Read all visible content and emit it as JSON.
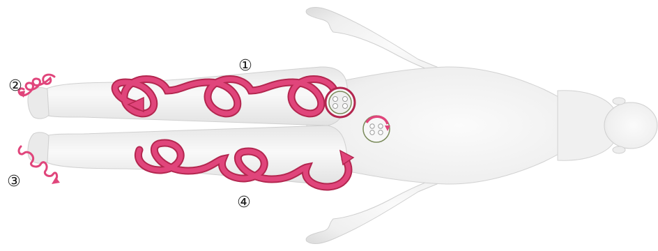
{
  "figure": {
    "subject": "mannequin-body-supine-top-view",
    "colors": {
      "spiral": "#e0457b",
      "spiral_dark": "#b3264f",
      "spiral_light": "#f7b7cb",
      "device_ring": "#7a8a5a",
      "body_fill": "#f4f4f4",
      "body_shadow": "#d9d9d9"
    }
  },
  "markers": [
    {
      "id": "1",
      "label": "①"
    },
    {
      "id": "2",
      "label": "②"
    },
    {
      "id": "3",
      "label": "③"
    },
    {
      "id": "4",
      "label": "④"
    }
  ]
}
